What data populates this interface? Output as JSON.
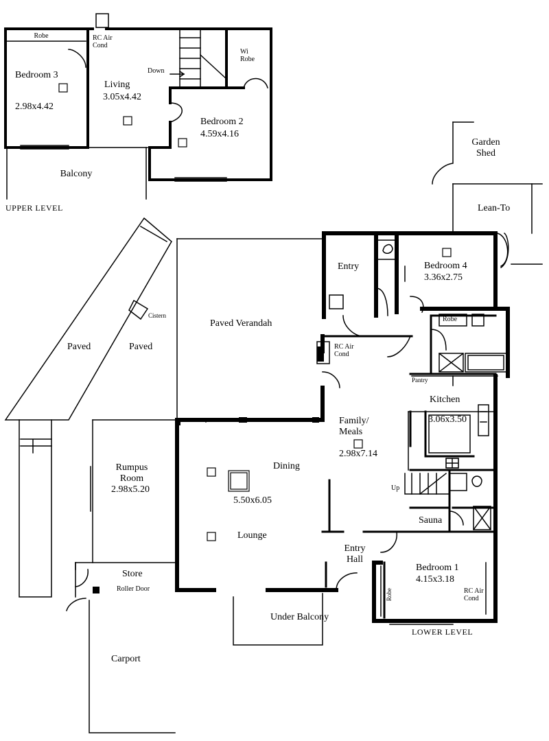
{
  "plan": {
    "upper_level_label": "UPPER LEVEL",
    "lower_level_label": "LOWER LEVEL",
    "upper": {
      "robe": "Robe",
      "rc_aircond": "RC Air",
      "rc_aircond2": "Cond",
      "bedroom3": "Bedroom 3",
      "bedroom3_dim": "2.98x4.42",
      "living": "Living",
      "living_dim": "3.05x4.42",
      "down": "Down",
      "wir": "Wi",
      "wir2": "Robe",
      "bedroom2": "Bedroom 2",
      "bedroom2_dim": "4.59x4.16",
      "balcony": "Balcony"
    },
    "outside": {
      "garden_shed1": "Garden",
      "garden_shed2": "Shed",
      "lean_to": "Lean-To",
      "paved_left": "Paved",
      "paved_right": "Paved",
      "cistern": "Cistern",
      "paved_verandah": "Paved Verandah",
      "carport": "Carport",
      "under_balcony": "Under Balcony",
      "store": "Store",
      "roller_door": "Roller Door"
    },
    "lower": {
      "entry": "Entry",
      "bedroom4": "Bedroom 4",
      "bedroom4_dim": "3.36x2.75",
      "robe": "Robe",
      "rc_aircond1": "RC Air",
      "rc_aircond2": "Cond",
      "pantry": "Pantry",
      "kitchen": "Kitchen",
      "kitchen_dim": "3.06x3.50",
      "family1": "Family/",
      "family2": "Meals",
      "family_dim": "2.98x7.14",
      "rumpus1": "Rumpus",
      "rumpus2": "Room",
      "rumpus_dim": "2.98x5.20",
      "dining": "Dining",
      "lounge_dim": "5.50x6.05",
      "lounge": "Lounge",
      "up": "Up",
      "sauna": "Sauna",
      "entry_hall1": "Entry",
      "entry_hall2": "Hall",
      "bedroom1": "Bedroom 1",
      "bedroom1_dim": "4.15x3.18",
      "robe_side": "Robe",
      "rc_aircond_b1": "RC Air",
      "rc_aircond_b2": "Cond"
    }
  }
}
